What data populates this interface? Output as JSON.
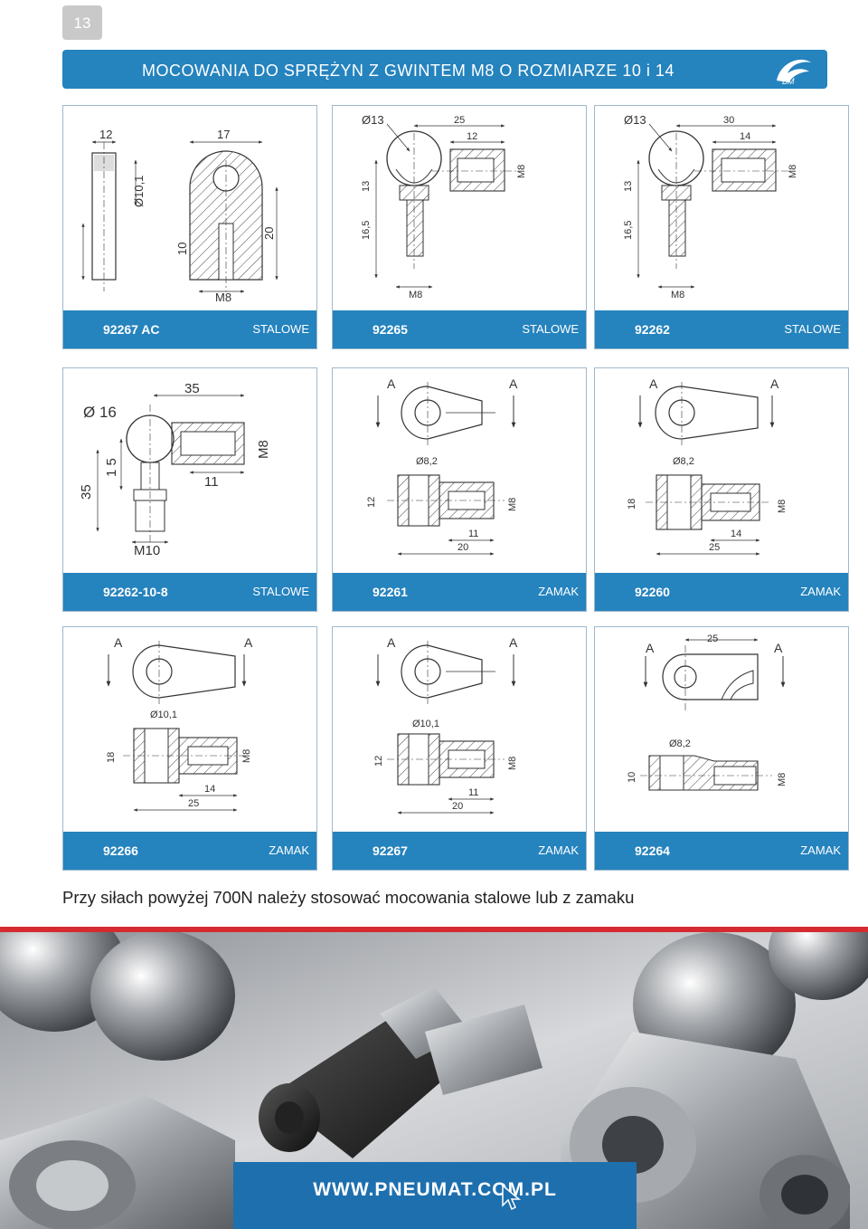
{
  "page_number": "13",
  "header": {
    "title": "MOCOWANIA DO SPRĘŻYN Z GWINTEM M8 O ROZMIARZE 10 i 14",
    "logo_text": "BM"
  },
  "products": [
    {
      "code": "92267 AC",
      "material": "STALOWE"
    },
    {
      "code": "92265",
      "material": "STALOWE"
    },
    {
      "code": "92262",
      "material": "STALOWE"
    },
    {
      "code": "92262-10-8",
      "material": "STALOWE"
    },
    {
      "code": "92261",
      "material": "ZAMAK"
    },
    {
      "code": "92260",
      "material": "ZAMAK"
    },
    {
      "code": "92266",
      "material": "ZAMAK"
    },
    {
      "code": "92267",
      "material": "ZAMAK"
    },
    {
      "code": "92264",
      "material": "ZAMAK"
    }
  ],
  "dims": {
    "d1": {
      "a": "12",
      "b": "17",
      "c": "Ø10,1",
      "d": "10",
      "e": "20",
      "f": "M8"
    },
    "d2": {
      "a": "Ø13",
      "b": "25",
      "c": "12",
      "d": "M8",
      "e": "13",
      "f": "16,5",
      "g": "M8"
    },
    "d3": {
      "a": "Ø13",
      "b": "30",
      "c": "14",
      "d": "M8",
      "e": "13",
      "f": "16,5",
      "g": "M8"
    },
    "d4": {
      "a": "Ø 16",
      "b": "35",
      "c": "M8",
      "d": "1 5",
      "e": "35",
      "f": "11",
      "g": "M10"
    },
    "d5": {
      "a": "A",
      "b": "Ø8,2",
      "c": "12",
      "d": "M8",
      "e": "11",
      "f": "20"
    },
    "d6": {
      "a": "A",
      "b": "Ø8,2",
      "c": "18",
      "d": "M8",
      "e": "14",
      "f": "25"
    },
    "d7": {
      "a": "A",
      "b": "Ø10,1",
      "c": "18",
      "d": "M8",
      "e": "14",
      "f": "25"
    },
    "d8": {
      "a": "A",
      "b": "Ø10,1",
      "c": "12",
      "d": "M8",
      "e": "11",
      "f": "20"
    },
    "d9": {
      "a": "A",
      "b": "25",
      "c": "Ø8,2",
      "d": "10",
      "e": "M8"
    }
  },
  "note": "Przy siłach powyżej 700N należy stosować mocowania stalowe lub z zamaku",
  "url": "WWW.PNEUMAT.COM.PL",
  "colors": {
    "accent": "#2583be",
    "red_line": "#d52b30",
    "url_bar": "#1e6fae"
  }
}
